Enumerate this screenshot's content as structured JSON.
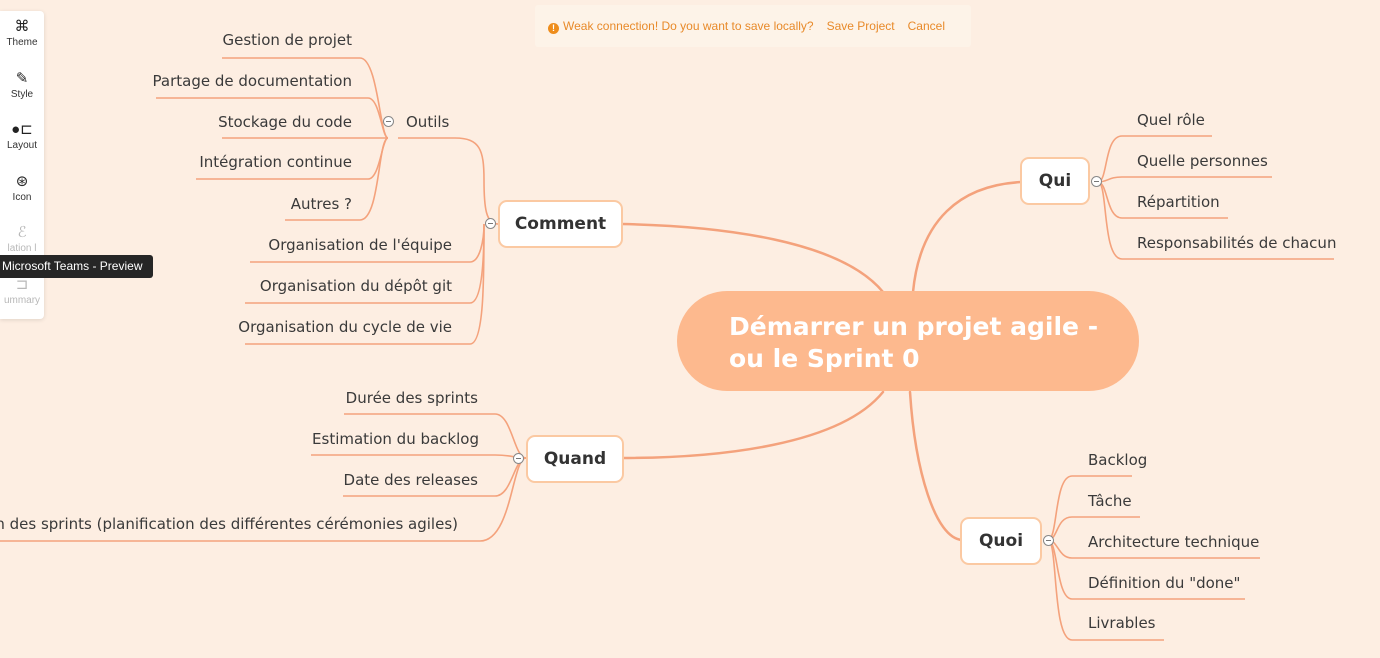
{
  "warning": {
    "icon": "warning-icon",
    "message": "Weak connection! Do you want to save locally?",
    "save_label": "Save Project",
    "cancel_label": "Cancel",
    "color": "#e88a2a"
  },
  "toolbar": {
    "items": [
      {
        "icon": "theme-icon",
        "label": "Theme"
      },
      {
        "icon": "style-icon",
        "label": "Style"
      },
      {
        "icon": "layout-icon",
        "label": "Layout"
      },
      {
        "icon": "icon-icon",
        "label": "Icon"
      },
      {
        "icon": "relation-icon",
        "label": "lation l"
      },
      {
        "icon": "summary-icon",
        "label": "ummary"
      }
    ]
  },
  "tooltip": "Microsoft Teams - Preview",
  "mindmap": {
    "central": {
      "line1": "Démarrer un projet agile -",
      "line2": "ou le Sprint 0",
      "color": "#fdb98e"
    },
    "branch_color": "#f4a27c",
    "comment": {
      "title": "Comment",
      "outils": {
        "title": "Outils",
        "items": [
          "Gestion de projet",
          "Partage de documentation",
          "Stockage du code",
          "Intégration continue",
          "Autres ?"
        ]
      },
      "items": [
        "Organisation de l'équipe",
        "Organisation du dépôt git",
        "Organisation du cycle de vie"
      ]
    },
    "qui": {
      "title": "Qui",
      "items": [
        "Quel rôle",
        "Quelle personnes",
        "Répartition",
        "Responsabilités de chacun"
      ]
    },
    "quand": {
      "title": "Quand",
      "items": [
        "Durée des sprints",
        "Estimation du backlog",
        "Date des releases",
        "sation des sprints (planification des différentes cérémonies agiles)"
      ]
    },
    "quoi": {
      "title": "Quoi",
      "items": [
        "Backlog",
        "Tâche",
        "Architecture technique",
        "Définition du \"done\"",
        "Livrables"
      ]
    }
  }
}
